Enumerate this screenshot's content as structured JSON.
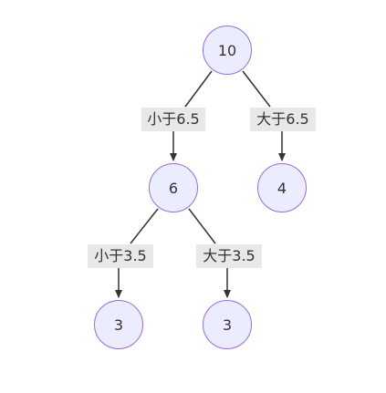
{
  "nodes": {
    "root": "10",
    "left": "6",
    "right": "4",
    "left_left": "3",
    "left_right": "3"
  },
  "edge_labels": {
    "root_left": "小于6.5",
    "root_right": "大于6.5",
    "left_left": "小于3.5",
    "left_right": "大于3.5"
  },
  "colors": {
    "node_fill": "#ECECFF",
    "node_stroke": "#9370DB",
    "label_bg": "#E8E8E8",
    "edge": "#333333"
  }
}
